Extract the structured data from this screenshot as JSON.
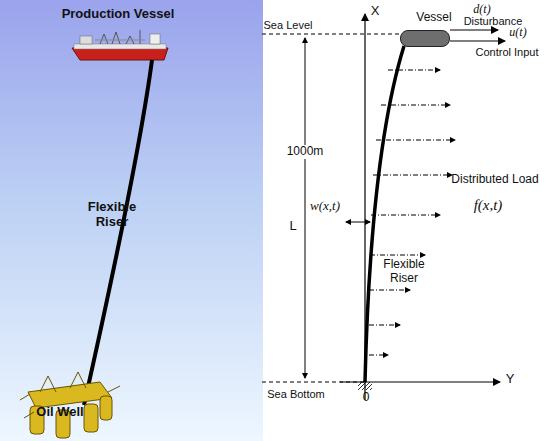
{
  "diagram": {
    "nodes": [
      {
        "text": [
          "Vessel"
        ]
      }
    ],
    "labels": [
      "Production Vessel",
      "Flexible Riser",
      "Oil Well",
      "X",
      "Sea Level",
      "d(t)",
      "Disturbance",
      "u(t)",
      "Control Input",
      "Distributed Load",
      "f(x,t)",
      "w(x,t)",
      "1000m",
      "L",
      "Flexible Riser",
      "Sea Bottom",
      "0",
      "Y"
    ]
  }
}
